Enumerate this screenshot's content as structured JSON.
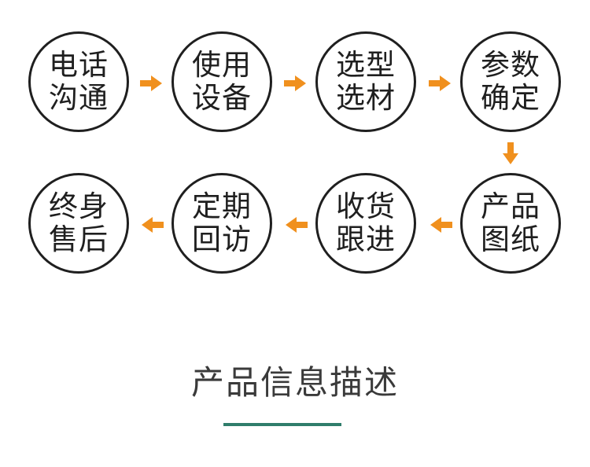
{
  "steps": [
    {
      "line1": "电话",
      "line2": "沟通"
    },
    {
      "line1": "使用",
      "line2": "设备"
    },
    {
      "line1": "选型",
      "line2": "选材"
    },
    {
      "line1": "参数",
      "line2": "确定"
    },
    {
      "line1": "产品",
      "line2": "图纸"
    },
    {
      "line1": "收货",
      "line2": "跟进"
    },
    {
      "line1": "定期",
      "line2": "回访"
    },
    {
      "line1": "终身",
      "line2": "售后"
    }
  ],
  "section_title": "产品信息描述",
  "colors": {
    "arrow": "#f0901e",
    "circle_border": "#1f1f1f",
    "underline": "#2f7d6b"
  }
}
